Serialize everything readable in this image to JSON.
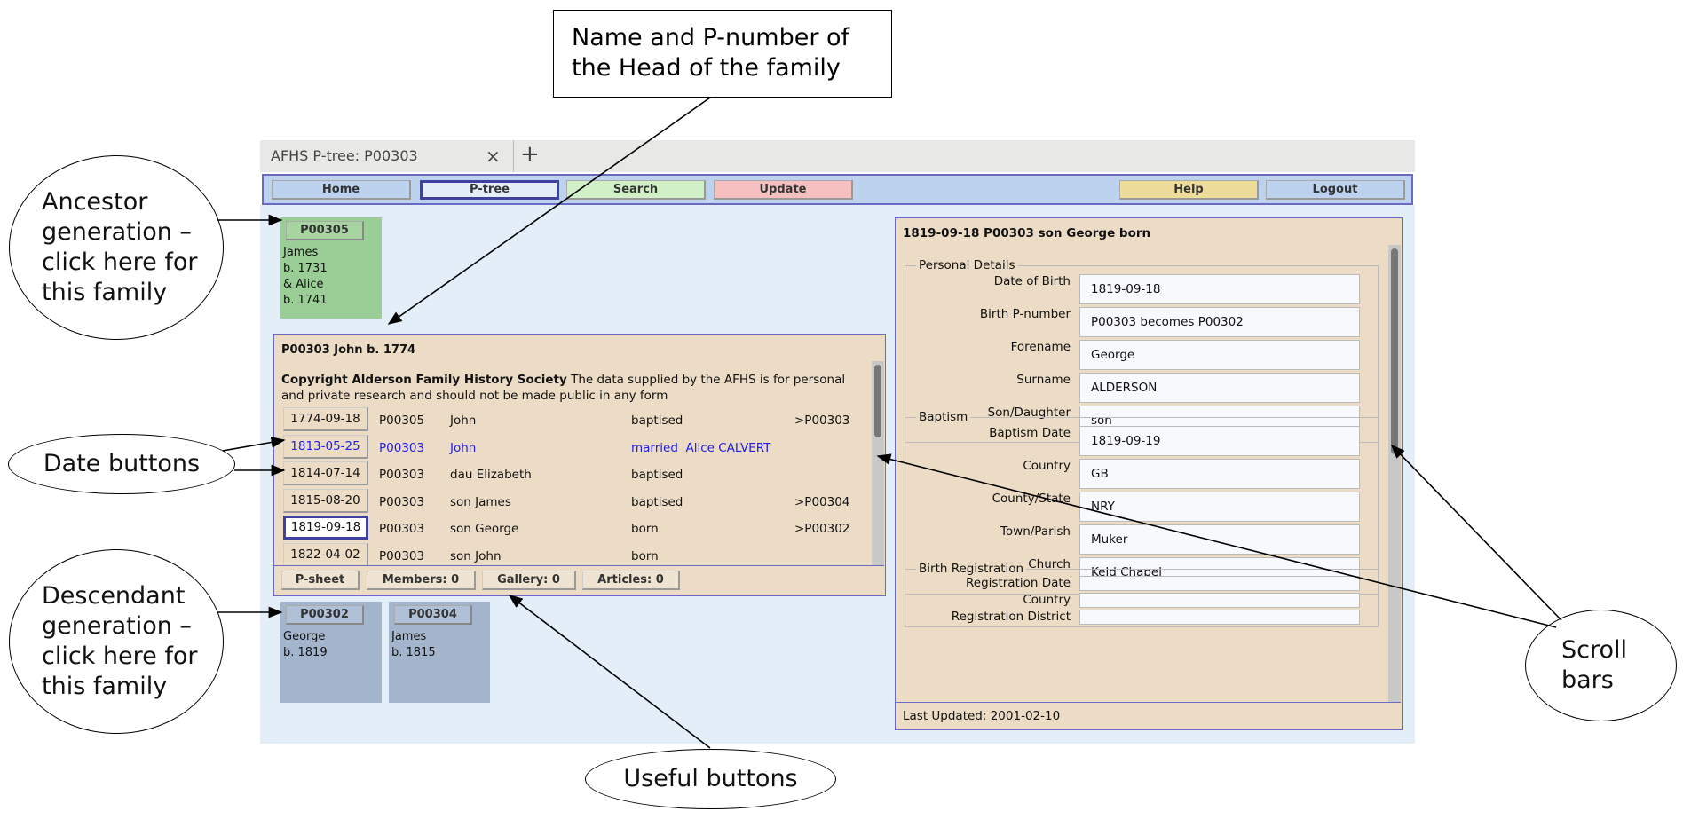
{
  "browser": {
    "tab_title": "AFHS P-tree: P00303",
    "close_icon": "×",
    "new_tab_icon": "+"
  },
  "nav": {
    "home": "Home",
    "ptree": "P-tree",
    "search": "Search",
    "update": "Update",
    "help": "Help",
    "logout": "Logout",
    "colors": {
      "home": "#bcd2ee",
      "ptree": "#e3eef9",
      "search": "#d2f0c8",
      "update": "#f7c0c0",
      "help": "#eedc9a",
      "logout": "#bcd2ee"
    }
  },
  "ancestor": {
    "pnumber": "P00305",
    "lines": [
      "James",
      "b. 1731",
      "& Alice",
      "b. 1741"
    ],
    "color": "#9bcd96"
  },
  "family": {
    "title": "P00303 John b. 1774",
    "copyright_bold": "Copyright Alderson Family History Society",
    "copyright_text": " The data supplied by the AFHS is for personal and private research and should not be made public in any form",
    "events": [
      {
        "date": "1774-09-18",
        "pnum": "P00305",
        "name": "John",
        "event": "baptised",
        "ref": ">P00303"
      },
      {
        "date": "1813-05-25",
        "pnum": "P00303",
        "name": "John",
        "event": "married  Alice CALVERT",
        "ref": "",
        "highlight": true
      },
      {
        "date": "1814-07-14",
        "pnum": "P00303",
        "name": "dau Elizabeth",
        "event": "baptised",
        "ref": ""
      },
      {
        "date": "1815-08-20",
        "pnum": "P00303",
        "name": "son James",
        "event": "baptised",
        "ref": ">P00304"
      },
      {
        "date": "1819-09-18",
        "pnum": "P00303",
        "name": "son George",
        "event": "born",
        "ref": ">P00302",
        "selected": true
      },
      {
        "date": "1822-04-02",
        "pnum": "P00303",
        "name": "son John",
        "event": "born",
        "ref": ""
      }
    ],
    "buttons": [
      "P-sheet",
      "Members: 0",
      "Gallery: 0",
      "Articles: 0"
    ]
  },
  "descendants": [
    {
      "pnumber": "P00302",
      "lines": [
        "George",
        "b. 1819"
      ]
    },
    {
      "pnumber": "P00304",
      "lines": [
        "James",
        "b. 1815"
      ]
    }
  ],
  "descendant_color": "#a3b5cd",
  "detail": {
    "title": "1819-09-18 P00303 son George born",
    "sections": [
      {
        "legend": "Personal Details",
        "fields": [
          {
            "label": "Date of Birth",
            "value": "1819-09-18"
          },
          {
            "label": "Birth P-number",
            "value": "P00303 becomes P00302"
          },
          {
            "label": "Forename",
            "value": "George"
          },
          {
            "label": "Surname",
            "value": "ALDERSON"
          },
          {
            "label": "Son/Daughter",
            "value": "son"
          }
        ]
      },
      {
        "legend": "Baptism",
        "fields": [
          {
            "label": "Baptism Date",
            "value": "1819-09-19"
          },
          {
            "label": "Country",
            "value": "GB"
          },
          {
            "label": "County/State",
            "value": "NRY"
          },
          {
            "label": "Town/Parish",
            "value": "Muker"
          },
          {
            "label": "Church",
            "value": "Keld Chapel"
          }
        ]
      },
      {
        "legend": "Birth Registration",
        "fields": [
          {
            "label": "Registration Date",
            "value": ""
          },
          {
            "label": "Country",
            "value": ""
          },
          {
            "label": "Registration District",
            "value": ""
          }
        ]
      }
    ],
    "last_updated": "Last Updated: 2001-02-10"
  },
  "annotations": {
    "head": "Name and P-number of the Head of the family",
    "ancestor": "Ancestor generation – click here for this family",
    "dates": "Date buttons",
    "descendant": "Descendant generation – click here for this family",
    "useful": "Useful buttons",
    "scroll": "Scroll bars"
  }
}
